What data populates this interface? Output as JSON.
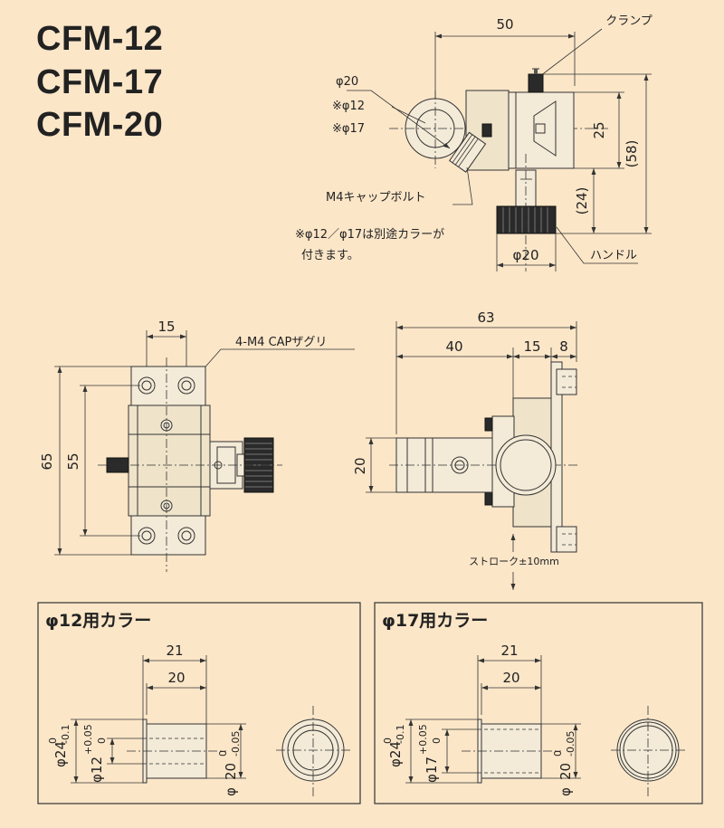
{
  "models": [
    "CFM-12",
    "CFM-17",
    "CFM-20"
  ],
  "top_view": {
    "dim_width": "50",
    "clamp_label": "クランプ",
    "phi20": "φ20",
    "phi12": "※φ12",
    "phi17": "※φ17",
    "dim_25": "25",
    "dim_58": "(58)",
    "dim_24": "(24)",
    "bolt_label": "M4キャップボルト",
    "note_line1": "※φ12／φ17は別途カラーが",
    "note_line2": "付きます。",
    "handle_phi": "φ20",
    "handle_label": "ハンドル"
  },
  "front_view": {
    "dim_15": "15",
    "cap_label": "4-M4 CAPザグリ",
    "dim_65": "65",
    "dim_55": "55"
  },
  "side_view": {
    "dim_63": "63",
    "dim_40": "40",
    "dim_15": "15",
    "dim_8": "8",
    "dim_20": "20",
    "stroke_label": "ストローク±10mm"
  },
  "collar12": {
    "title": "φ12用カラー",
    "dim_21": "21",
    "dim_20": "20",
    "outer_dia": "φ24",
    "outer_tol_upper": "0",
    "outer_tol_lower": "-0.1",
    "inner_dia": "φ12",
    "inner_tol_upper": "+0.05",
    "inner_tol_lower": "0",
    "len_phi": "φ",
    "len_dia": "20",
    "len_tol_upper": "0",
    "len_tol_lower": "-0.05"
  },
  "collar17": {
    "title": "φ17用カラー",
    "dim_21": "21",
    "dim_20": "20",
    "outer_dia": "φ24",
    "outer_tol_upper": "0",
    "outer_tol_lower": "-0.1",
    "inner_dia": "φ17",
    "inner_tol_upper": "+0.05",
    "inner_tol_lower": "0",
    "len_phi": "φ",
    "len_dia": "20",
    "len_tol_upper": "0",
    "len_tol_lower": "-0.05"
  }
}
